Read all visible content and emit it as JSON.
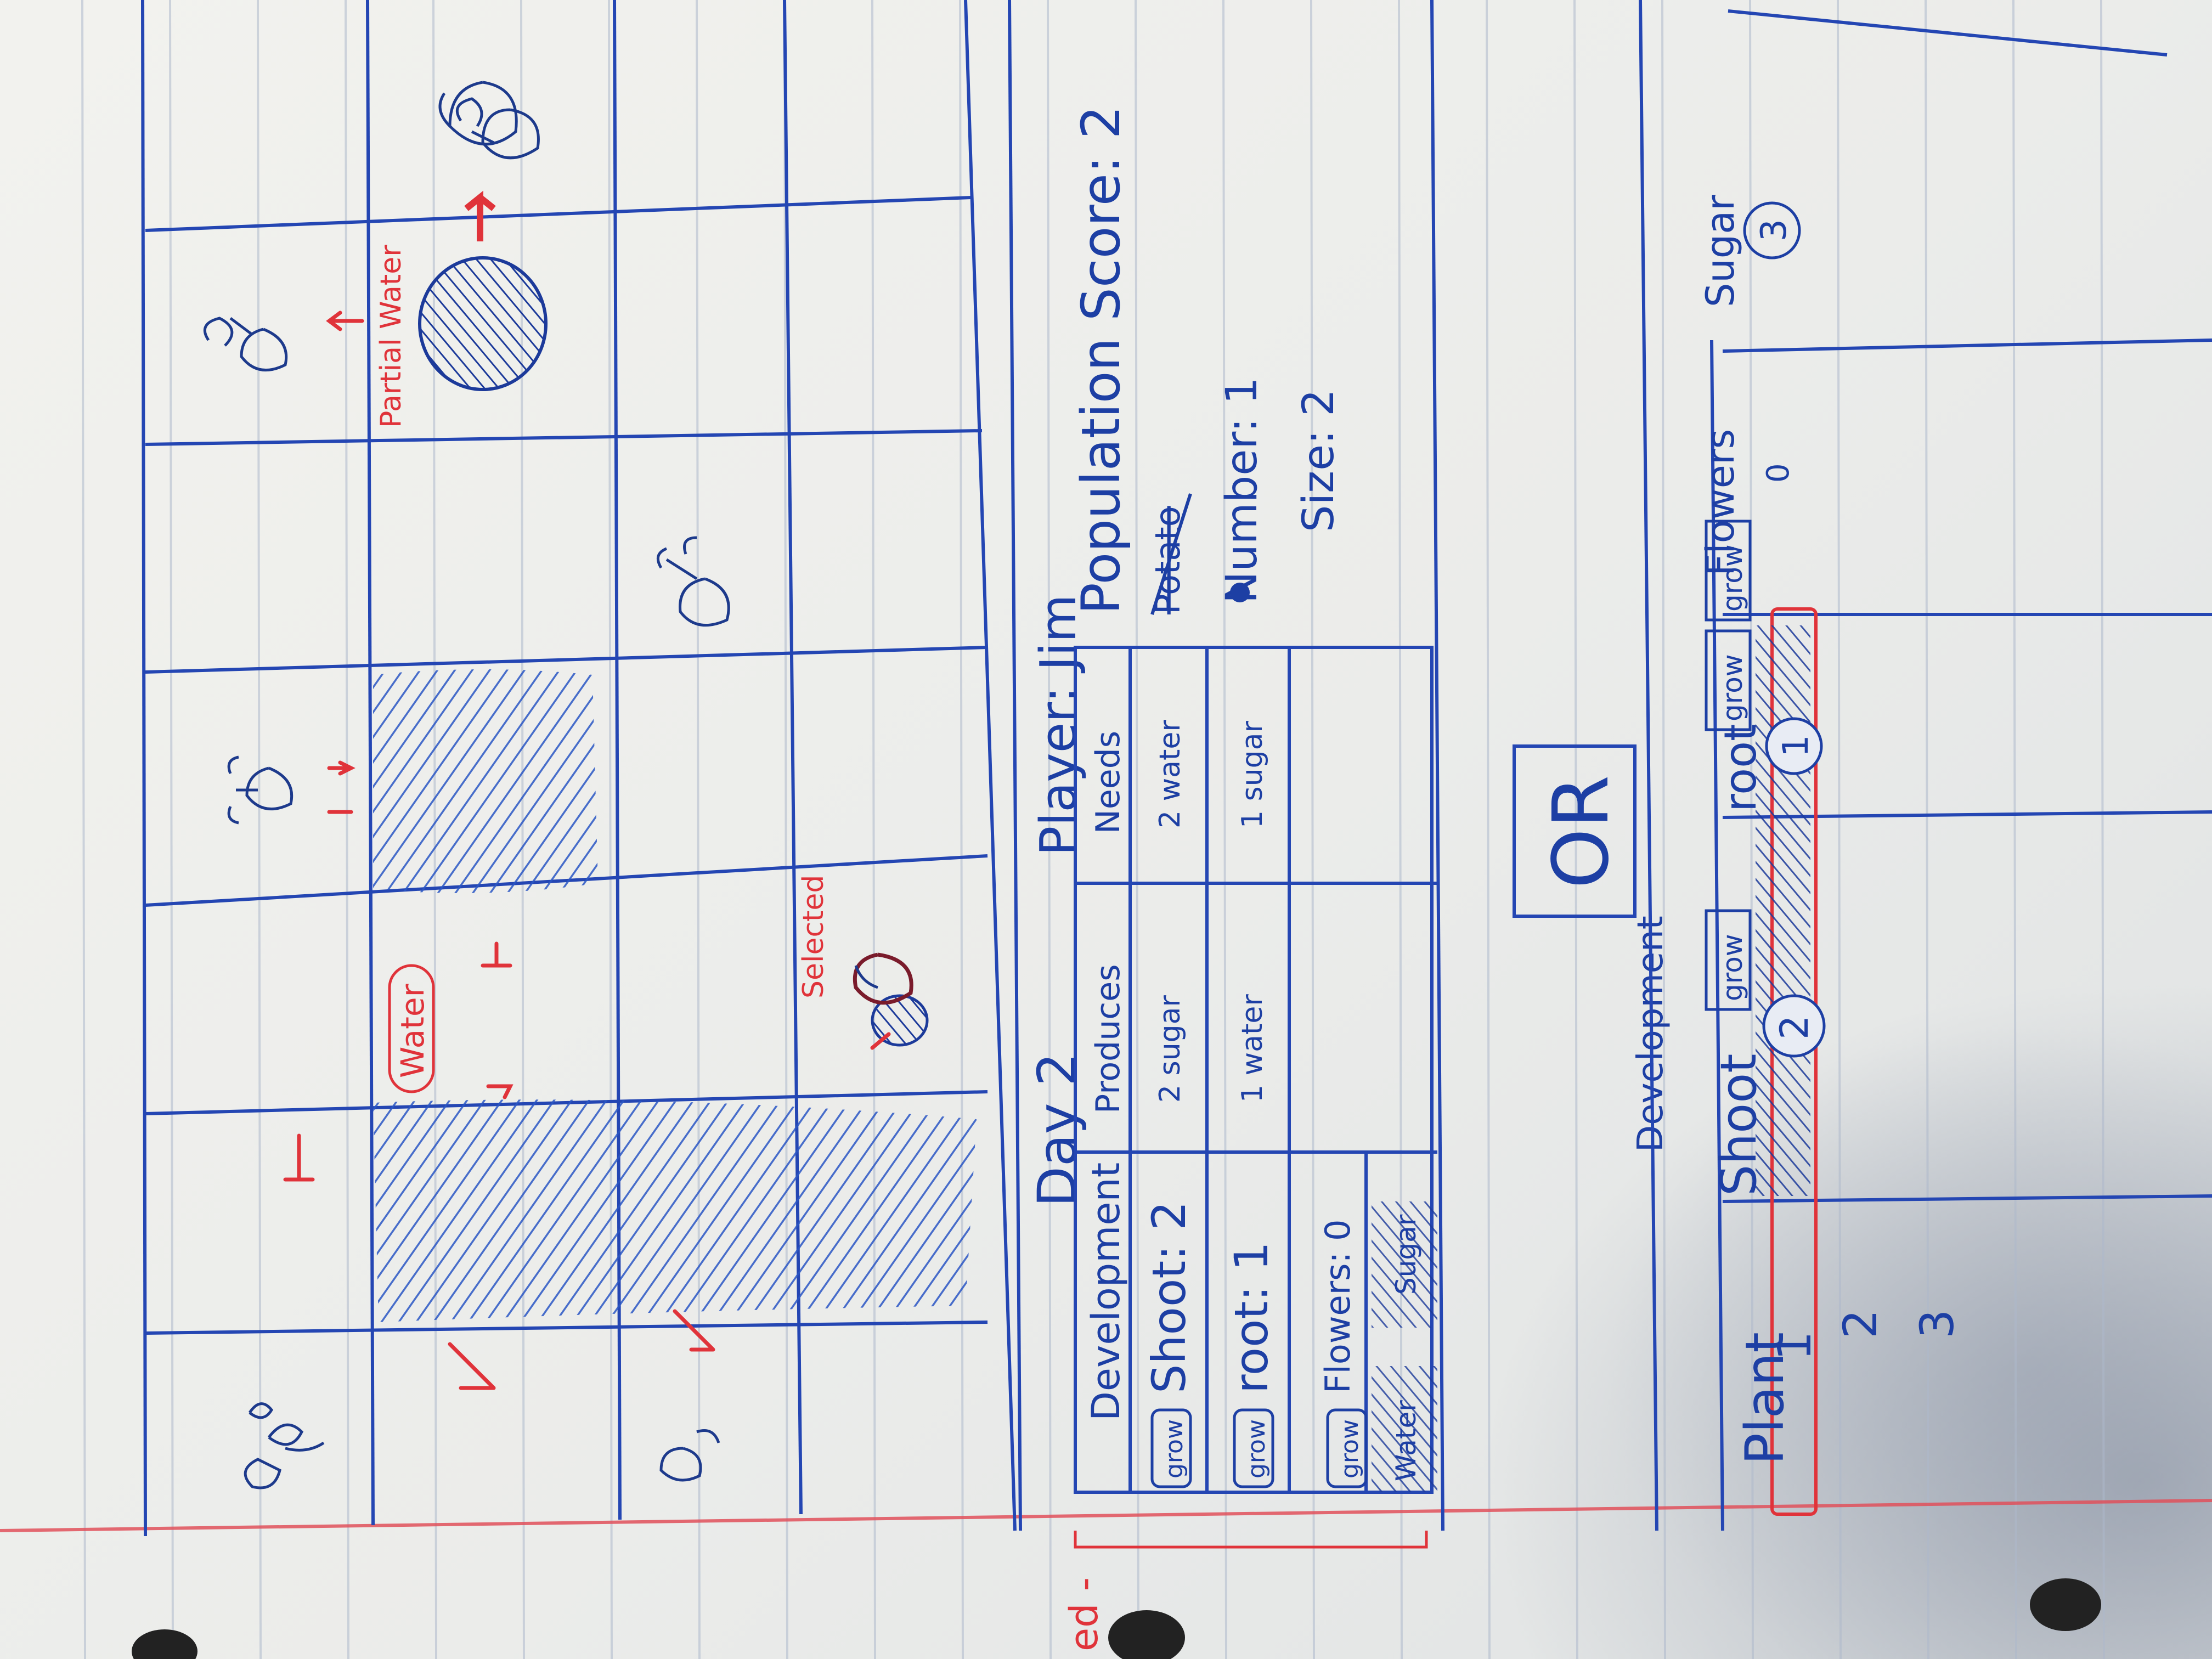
{
  "board": {
    "labels": {
      "water": "Water",
      "selected": "Selected",
      "partial_water": "Partial Water"
    }
  },
  "panel": {
    "day": "Day 2",
    "player": "Player: Jim",
    "population_title": "Population Score: 2",
    "population_struck": "Potato",
    "population_number": "Number: 1",
    "population_size": "Size: 2",
    "table": {
      "headers": {
        "development": "Development",
        "produces": "Produces",
        "needs": "Needs"
      },
      "rows": [
        {
          "grow": "grow",
          "label": "Shoot: 2",
          "produces": "2 sugar",
          "needs": "2 water"
        },
        {
          "grow": "grow",
          "label": "root: 1",
          "produces": "1 water",
          "needs": "1 sugar"
        },
        {
          "grow": "grow",
          "label": "Flowers: 0",
          "produces": "",
          "needs": ""
        }
      ],
      "resources": {
        "water": "Water",
        "sugar": "Sugar"
      }
    }
  },
  "alt": {
    "or": "OR",
    "development_title": "Development",
    "headers": {
      "plant": "Plant",
      "shoot": "Shoot",
      "root": "root",
      "flowers": "Flowers",
      "sugar": "Sugar"
    },
    "grow": "grow",
    "rows": [
      {
        "plant": "1",
        "shoot": "2",
        "root": "1",
        "flowers": "0",
        "sugar": "3"
      },
      {
        "plant": "2"
      },
      {
        "plant": "3"
      }
    ]
  },
  "margin_note": "ed -"
}
